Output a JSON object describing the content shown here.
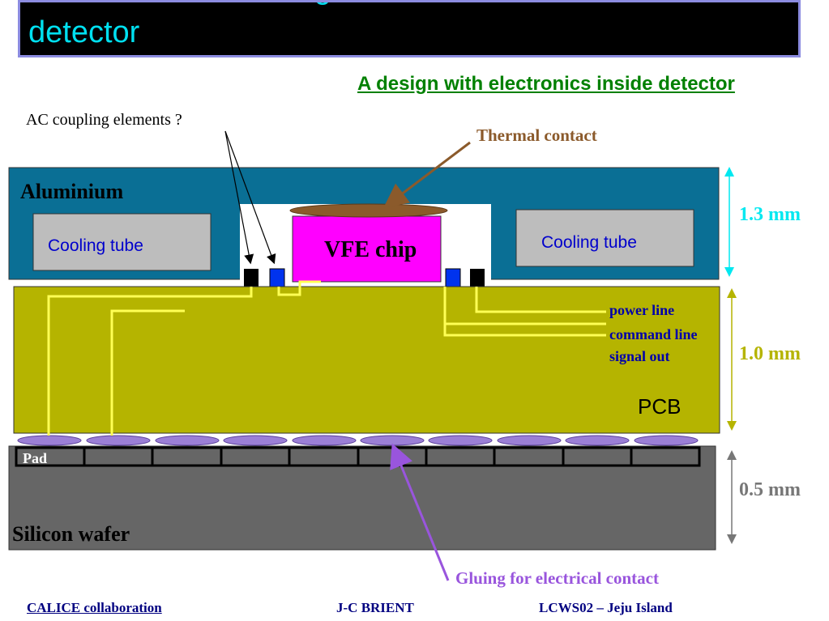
{
  "title": {
    "line1": "Thus on the first design of the full scale",
    "line2": "detector"
  },
  "subtitle": "A design with electronics inside detector",
  "labels": {
    "ac_coupling": "AC coupling elements ?",
    "thermal_contact": "Thermal contact",
    "aluminium": "Aluminium",
    "cooling_tube_left": "Cooling tube",
    "cooling_tube_right": "Cooling tube",
    "vfe_chip": "VFE chip",
    "power_line": "power line",
    "command_line": "command line",
    "signal_out": "signal out",
    "pcb": "PCB",
    "pad": "Pad",
    "silicon_wafer": "Silicon wafer",
    "gluing": "Gluing for electrical contact"
  },
  "dimensions": {
    "aluminium_thickness": "1.3 mm",
    "pcb_thickness": "1.0 mm",
    "wafer_thickness": "0.5 mm"
  },
  "footer": {
    "left": "CALICE collaboration",
    "center": "J-C BRIENT",
    "right": "LCWS02 – Jeju Island"
  },
  "colors": {
    "aluminium": "#0a6f95",
    "pcb": "#b5b400",
    "wafer": "#666666",
    "cooling_tube": "#bdbdbd",
    "vfe_chip": "#ff00ff",
    "thermal_pad": "#8b5a2b",
    "glue_pad": "#9b7fd6",
    "wire": "#ffff55",
    "dim_cyan": "#00e8f0",
    "dim_olive": "#b5b400",
    "dim_gray": "#777777",
    "label_blue": "#0000aa",
    "label_green": "#008000",
    "thermal_text": "#8b5a2b",
    "gluing_text": "#9955dd",
    "title_text": "#00e0f0",
    "footer_navy": "#000080"
  }
}
